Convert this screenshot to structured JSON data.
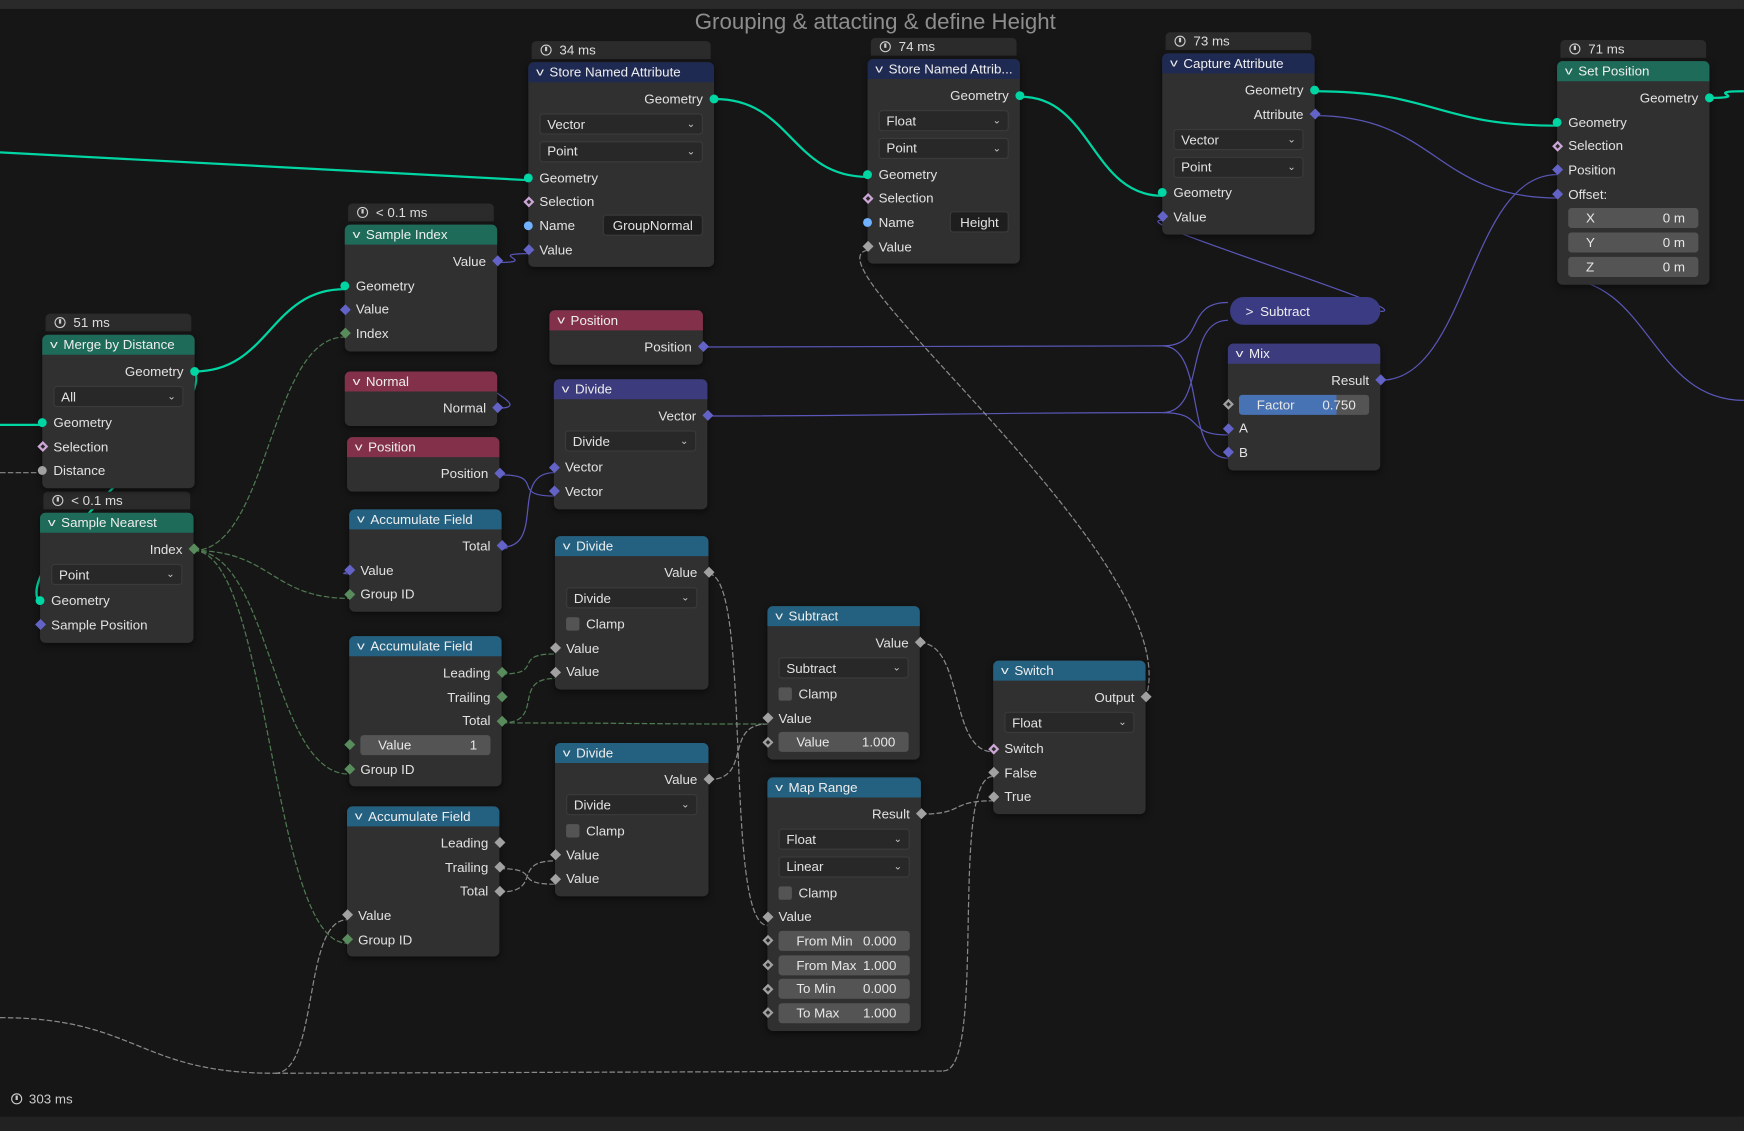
{
  "frame": {
    "title": "Grouping & attacting & define Height",
    "total_time": "303 ms"
  },
  "colors": {
    "geo": "#00d6a3",
    "float": "#a1a1a1",
    "vec": "#6363c7",
    "int": "#598c5c",
    "bool": "#cca6d6",
    "str": "#70b2ff",
    "hdr_geo": "#1e6b59",
    "hdr_attr": "#1f2a52",
    "hdr_input": "#83314a",
    "hdr_vecmath": "#3b3b7e",
    "hdr_conv": "#24607f"
  },
  "nodes": [
    {
      "id": "merge",
      "title": "Merge by Distance",
      "hdr": "hdr_geo",
      "time": "51 ms",
      "rows": [
        {
          "t": "out",
          "l": "Geometry",
          "s": "geo"
        },
        {
          "t": "dd",
          "v": "All"
        },
        {
          "t": "in",
          "l": "Geometry",
          "s": "geo"
        },
        {
          "t": "in",
          "l": "Selection",
          "s": "bool",
          "d": 1
        },
        {
          "t": "in",
          "l": "Distance",
          "s": "float"
        }
      ]
    },
    {
      "id": "nearest",
      "title": "Sample Nearest",
      "hdr": "hdr_geo",
      "time": "< 0.1 ms",
      "rows": [
        {
          "t": "out",
          "l": "Index",
          "s": "int",
          "d": 1
        },
        {
          "t": "dd",
          "v": "Point"
        },
        {
          "t": "in",
          "l": "Geometry",
          "s": "geo"
        },
        {
          "t": "in",
          "l": "Sample Position",
          "s": "vec",
          "d": 1
        }
      ]
    },
    {
      "id": "sindex",
      "title": "Sample Index",
      "hdr": "hdr_geo",
      "time": "< 0.1 ms",
      "rows": [
        {
          "t": "out",
          "l": "Value",
          "s": "vec",
          "d": 1
        },
        {
          "t": "in",
          "l": "Geometry",
          "s": "geo"
        },
        {
          "t": "in",
          "l": "Value",
          "s": "vec",
          "d": 1
        },
        {
          "t": "in",
          "l": "Index",
          "s": "int",
          "d": 1
        }
      ]
    },
    {
      "id": "store1",
      "title": "Store Named Attribute",
      "hdr": "hdr_attr",
      "time": "34 ms",
      "rows": [
        {
          "t": "out",
          "l": "Geometry",
          "s": "geo"
        },
        {
          "t": "dd",
          "v": "Vector"
        },
        {
          "t": "dd",
          "v": "Point"
        },
        {
          "t": "in",
          "l": "Geometry",
          "s": "geo"
        },
        {
          "t": "in",
          "l": "Selection",
          "s": "bool",
          "d": 1
        },
        {
          "t": "field",
          "l": "Name",
          "v": "GroupNormal",
          "s": "str"
        },
        {
          "t": "in",
          "l": "Value",
          "s": "vec",
          "d": 1
        }
      ]
    },
    {
      "id": "store2",
      "title": "Store Named Attrib...",
      "hdr": "hdr_attr",
      "time": "74 ms",
      "rows": [
        {
          "t": "out",
          "l": "Geometry",
          "s": "geo"
        },
        {
          "t": "dd",
          "v": "Float"
        },
        {
          "t": "dd",
          "v": "Point"
        },
        {
          "t": "in",
          "l": "Geometry",
          "s": "geo"
        },
        {
          "t": "in",
          "l": "Selection",
          "s": "bool",
          "d": 1
        },
        {
          "t": "field",
          "l": "Name",
          "v": "Height",
          "s": "str"
        },
        {
          "t": "in",
          "l": "Value",
          "s": "float",
          "d": 1
        }
      ]
    },
    {
      "id": "capture",
      "title": "Capture Attribute",
      "hdr": "hdr_attr",
      "time": "73 ms",
      "rows": [
        {
          "t": "out",
          "l": "Geometry",
          "s": "geo"
        },
        {
          "t": "out",
          "l": "Attribute",
          "s": "vec",
          "d": 1
        },
        {
          "t": "dd",
          "v": "Vector"
        },
        {
          "t": "dd",
          "v": "Point"
        },
        {
          "t": "in",
          "l": "Geometry",
          "s": "geo"
        },
        {
          "t": "in",
          "l": "Value",
          "s": "vec",
          "d": 1
        }
      ]
    },
    {
      "id": "setpos",
      "title": "Set Position",
      "hdr": "hdr_geo",
      "time": "71 ms",
      "rows": [
        {
          "t": "out",
          "l": "Geometry",
          "s": "geo"
        },
        {
          "t": "in",
          "l": "Geometry",
          "s": "geo"
        },
        {
          "t": "in",
          "l": "Selection",
          "s": "bool",
          "d": 1
        },
        {
          "t": "in",
          "l": "Position",
          "s": "vec",
          "d": 1
        },
        {
          "t": "in",
          "l": "Offset:",
          "s": "vec",
          "d": 1
        },
        {
          "t": "num",
          "l": "X",
          "v": "0 m"
        },
        {
          "t": "num",
          "l": "Y",
          "v": "0 m"
        },
        {
          "t": "num",
          "l": "Z",
          "v": "0 m"
        }
      ]
    },
    {
      "id": "normal",
      "title": "Normal",
      "hdr": "hdr_input",
      "rows": [
        {
          "t": "out",
          "l": "Normal",
          "s": "vec",
          "d": 1
        }
      ]
    },
    {
      "id": "pos1",
      "title": "Position",
      "hdr": "hdr_input",
      "rows": [
        {
          "t": "out",
          "l": "Position",
          "s": "vec",
          "d": 1
        }
      ]
    },
    {
      "id": "pos2",
      "title": "Position",
      "hdr": "hdr_input",
      "rows": [
        {
          "t": "out",
          "l": "Position",
          "s": "vec",
          "d": 1
        }
      ]
    },
    {
      "id": "vdiv",
      "title": "Divide",
      "hdr": "hdr_vecmath",
      "rows": [
        {
          "t": "out",
          "l": "Vector",
          "s": "vec",
          "d": 1
        },
        {
          "t": "dd",
          "v": "Divide"
        },
        {
          "t": "in",
          "l": "Vector",
          "s": "vec",
          "d": 1
        },
        {
          "t": "in",
          "l": "Vector",
          "s": "vec",
          "d": 1
        }
      ]
    },
    {
      "id": "div1",
      "title": "Divide",
      "hdr": "hdr_conv",
      "rows": [
        {
          "t": "out",
          "l": "Value",
          "s": "float",
          "d": 1
        },
        {
          "t": "dd",
          "v": "Divide"
        },
        {
          "t": "check",
          "l": "Clamp"
        },
        {
          "t": "in",
          "l": "Value",
          "s": "float",
          "d": 1
        },
        {
          "t": "in",
          "l": "Value",
          "s": "float",
          "d": 1
        }
      ]
    },
    {
      "id": "div2",
      "title": "Divide",
      "hdr": "hdr_conv",
      "rows": [
        {
          "t": "out",
          "l": "Value",
          "s": "float",
          "d": 1
        },
        {
          "t": "dd",
          "v": "Divide"
        },
        {
          "t": "check",
          "l": "Clamp"
        },
        {
          "t": "in",
          "l": "Value",
          "s": "float",
          "d": 1
        },
        {
          "t": "in",
          "l": "Value",
          "s": "float",
          "d": 1
        }
      ]
    },
    {
      "id": "acc1",
      "title": "Accumulate Field",
      "hdr": "hdr_conv",
      "rows": [
        {
          "t": "out",
          "l": "Total",
          "s": "vec",
          "d": 1
        },
        {
          "t": "in",
          "l": "Value",
          "s": "vec",
          "d": 1
        },
        {
          "t": "in",
          "l": "Group ID",
          "s": "int",
          "d": 1
        }
      ]
    },
    {
      "id": "acc2",
      "title": "Accumulate Field",
      "hdr": "hdr_conv",
      "rows": [
        {
          "t": "out",
          "l": "Leading",
          "s": "int",
          "d": 1
        },
        {
          "t": "out",
          "l": "Trailing",
          "s": "int",
          "d": 1
        },
        {
          "t": "out",
          "l": "Total",
          "s": "int",
          "d": 1
        },
        {
          "t": "num",
          "l": "Value",
          "v": "1",
          "s": "int",
          "d": 1
        },
        {
          "t": "in",
          "l": "Group ID",
          "s": "int",
          "d": 1
        }
      ]
    },
    {
      "id": "acc3",
      "title": "Accumulate Field",
      "hdr": "hdr_conv",
      "rows": [
        {
          "t": "out",
          "l": "Leading",
          "s": "float",
          "d": 1
        },
        {
          "t": "out",
          "l": "Trailing",
          "s": "float",
          "d": 1
        },
        {
          "t": "out",
          "l": "Total",
          "s": "float",
          "d": 1
        },
        {
          "t": "in",
          "l": "Value",
          "s": "float",
          "d": 1
        },
        {
          "t": "in",
          "l": "Group ID",
          "s": "int",
          "d": 1
        }
      ]
    },
    {
      "id": "sub",
      "title": "Subtract",
      "hdr": "hdr_conv",
      "rows": [
        {
          "t": "out",
          "l": "Value",
          "s": "float",
          "d": 1
        },
        {
          "t": "dd",
          "v": "Subtract"
        },
        {
          "t": "check",
          "l": "Clamp"
        },
        {
          "t": "in",
          "l": "Value",
          "s": "float",
          "d": 1
        },
        {
          "t": "num",
          "l": "Value",
          "v": "1.000",
          "s": "float",
          "d": 1
        }
      ]
    },
    {
      "id": "maprange",
      "title": "Map Range",
      "hdr": "hdr_conv",
      "rows": [
        {
          "t": "out",
          "l": "Result",
          "s": "float",
          "d": 1
        },
        {
          "t": "dd",
          "v": "Float"
        },
        {
          "t": "dd",
          "v": "Linear"
        },
        {
          "t": "check",
          "l": "Clamp"
        },
        {
          "t": "in",
          "l": "Value",
          "s": "float",
          "d": 1
        },
        {
          "t": "num",
          "l": "From Min",
          "v": "0.000",
          "s": "float",
          "d": 1
        },
        {
          "t": "num",
          "l": "From Max",
          "v": "1.000",
          "s": "float",
          "d": 1
        },
        {
          "t": "num",
          "l": "To Min",
          "v": "0.000",
          "s": "float",
          "d": 1
        },
        {
          "t": "num",
          "l": "To Max",
          "v": "1.000",
          "s": "float",
          "d": 1
        }
      ]
    },
    {
      "id": "switch",
      "title": "Switch",
      "hdr": "hdr_conv",
      "rows": [
        {
          "t": "out",
          "l": "Output",
          "s": "float",
          "d": 1
        },
        {
          "t": "dd",
          "v": "Float"
        },
        {
          "t": "in",
          "l": "Switch",
          "s": "bool",
          "d": 1
        },
        {
          "t": "in",
          "l": "False",
          "s": "float",
          "d": 1
        },
        {
          "t": "in",
          "l": "True",
          "s": "float",
          "d": 1
        }
      ]
    },
    {
      "id": "mix",
      "title": "Mix",
      "hdr": "hdr_vecmath",
      "rows": [
        {
          "t": "out",
          "l": "Result",
          "s": "vec",
          "d": 1
        },
        {
          "t": "fac",
          "l": "Factor",
          "v": "0.750",
          "f": 0.75,
          "s": "float",
          "d": 1
        },
        {
          "t": "in",
          "l": "A",
          "s": "vec",
          "d": 1
        },
        {
          "t": "in",
          "l": "B",
          "s": "vec",
          "d": 1
        }
      ]
    }
  ],
  "collapsed_subtract": {
    "title": "Subtract"
  }
}
